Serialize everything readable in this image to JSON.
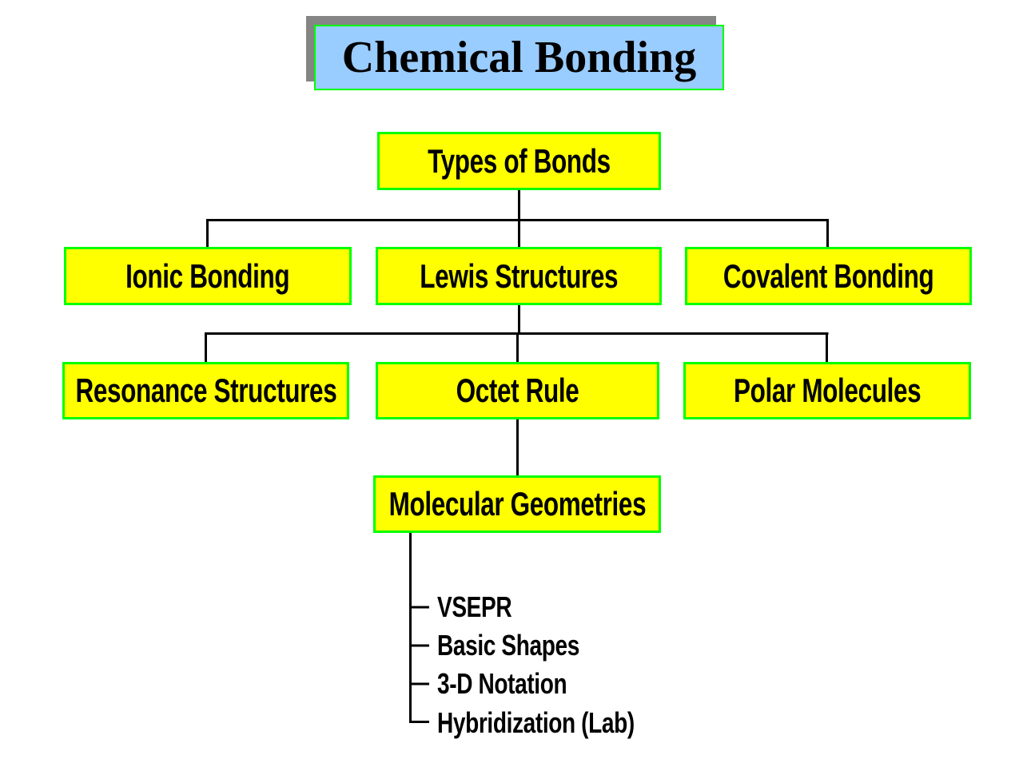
{
  "title": {
    "text": "Chemical Bonding"
  },
  "nodes": {
    "types_of_bonds": {
      "label": "Types of Bonds"
    },
    "ionic_bonding": {
      "label": "Ionic Bonding"
    },
    "lewis_structures": {
      "label": "Lewis Structures"
    },
    "covalent_bonding": {
      "label": "Covalent Bonding"
    },
    "resonance_structures": {
      "label": "Resonance Structures"
    },
    "octet_rule": {
      "label": "Octet Rule"
    },
    "polar_molecules": {
      "label": "Polar Molecules"
    },
    "molecular_geometries": {
      "label": "Molecular Geometries"
    }
  },
  "sub_topics": {
    "items": [
      "VSEPR",
      "Basic Shapes",
      "3-D Notation",
      "Hybridization (Lab)"
    ]
  },
  "colors": {
    "background": "#FFFFFF",
    "node_fill": "#FFFF00",
    "node_border": "#00FF00",
    "title_fill": "#99CCFF",
    "title_border": "#00FF00",
    "title_shadow": "#858585",
    "connector": "#000000",
    "text": "#000000"
  }
}
